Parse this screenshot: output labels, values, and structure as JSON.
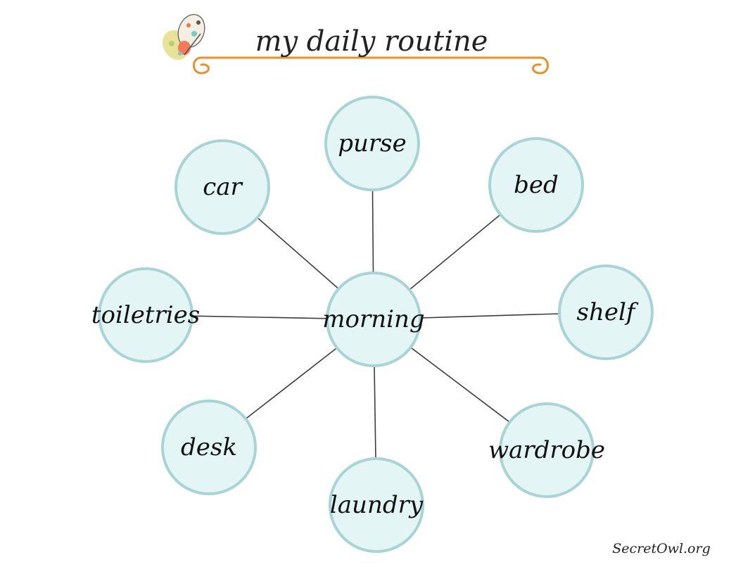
{
  "title": "my daily routine",
  "credit": "SecretOwl.org",
  "colors": {
    "node_fill": "#e3f5f5",
    "node_stroke": "#a9d4d6",
    "spoke": "#3d3d3d",
    "ornament": "#e8912a"
  },
  "icons": {
    "decoration": "butterfly-icon"
  },
  "center": "morning",
  "nodes": [
    "purse",
    "bed",
    "shelf",
    "wardrobe",
    "laundry",
    "desk",
    "toiletries",
    "car"
  ]
}
